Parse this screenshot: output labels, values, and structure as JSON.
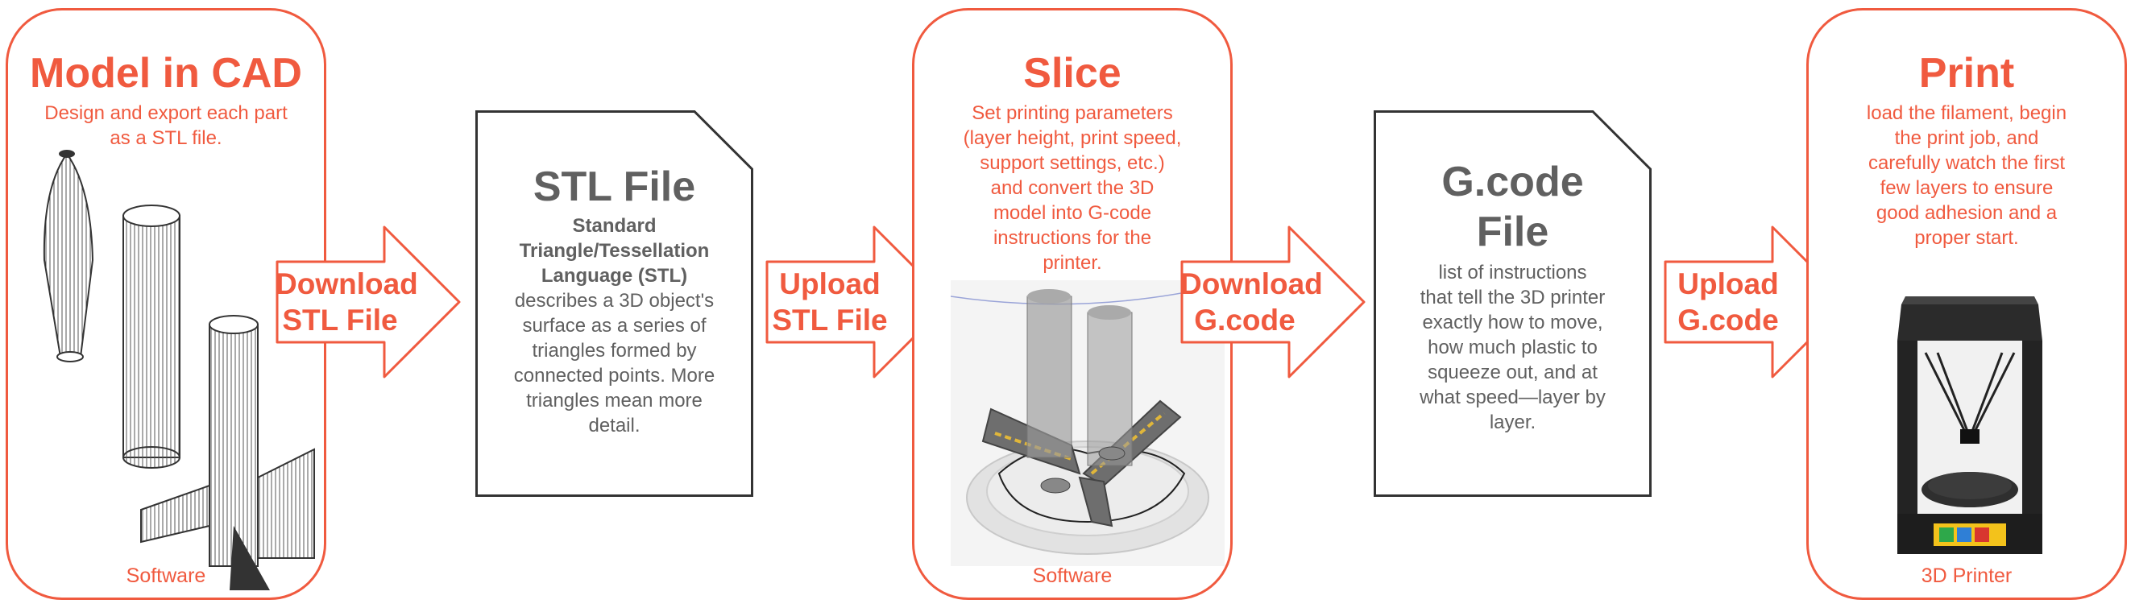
{
  "colors": {
    "accent": "#f05a3f",
    "doc_text": "#606060",
    "doc_border": "#333333"
  },
  "stages": {
    "cad": {
      "title": "Model in CAD",
      "desc": [
        "Design and export each part",
        "as a STL file."
      ],
      "footer": "Software"
    },
    "slice": {
      "title": "Slice",
      "desc": [
        "Set printing parameters",
        "(layer height, print speed,",
        "support settings, etc.)",
        "and convert the 3D",
        "model into G-code",
        "instructions for the",
        "printer."
      ],
      "footer": "Software"
    },
    "print": {
      "title": "Print",
      "desc": [
        "load the filament, begin",
        "the print job, and",
        "carefully watch the first",
        "few layers to ensure",
        "good adhesion and a",
        "proper start."
      ],
      "footer": "3D Printer"
    }
  },
  "docs": {
    "stl": {
      "title": [
        "STL File"
      ],
      "subtitle": [
        "Standard",
        "Triangle/Tessellation",
        "Language (STL)"
      ],
      "desc": [
        "describes a 3D object's",
        "surface as a series of",
        "triangles formed by",
        "connected points. More",
        "triangles mean more",
        "detail."
      ]
    },
    "gcode": {
      "title": [
        "G.code",
        "File"
      ],
      "desc": [
        "list of instructions",
        "that tell the 3D printer",
        "exactly how to move,",
        "how much plastic to",
        "squeeze out, and at",
        "what speed—layer by",
        "layer."
      ]
    }
  },
  "arrows": {
    "download_stl": [
      "Download",
      "STL File"
    ],
    "upload_stl": [
      "Upload",
      "STL File"
    ],
    "download_gcode": [
      "Download",
      "G.code"
    ],
    "upload_gcode": [
      "Upload",
      "G.code"
    ]
  }
}
